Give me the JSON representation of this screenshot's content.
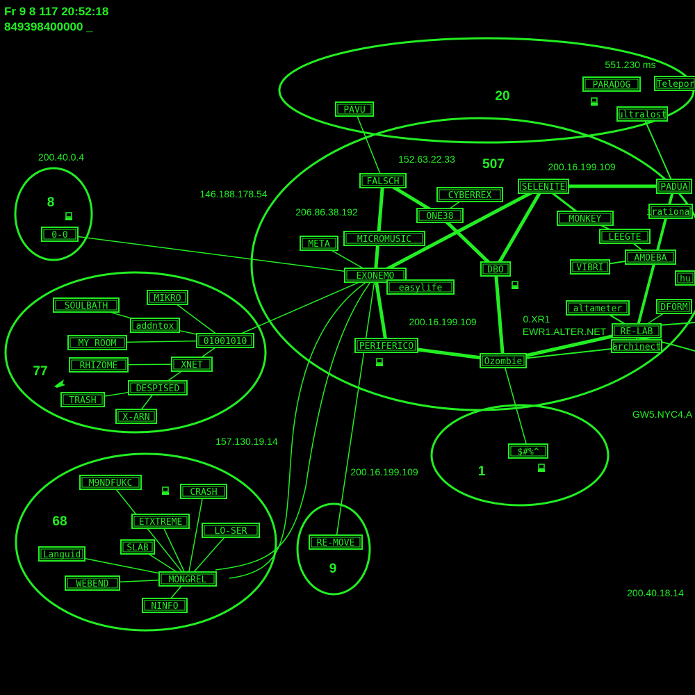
{
  "header": {
    "line1": "Fr 9 8 117 20:52:18",
    "line2": "849398400000 _"
  },
  "colors": {
    "foreground": "#22ee22",
    "background": "#000000"
  },
  "groups": [
    {
      "id": "g20",
      "count": "20"
    },
    {
      "id": "g507",
      "count": "507"
    },
    {
      "id": "g8",
      "count": "8"
    },
    {
      "id": "g77",
      "count": "77"
    },
    {
      "id": "g68",
      "count": "68"
    },
    {
      "id": "g9",
      "count": "9"
    },
    {
      "id": "g1",
      "count": "1"
    }
  ],
  "labels": [
    {
      "id": "l1",
      "text": "551.230 ms"
    },
    {
      "id": "l2",
      "text": "152.63.22.33"
    },
    {
      "id": "l3",
      "text": "200.16.199.109"
    },
    {
      "id": "l4",
      "text": "200.40.0.4"
    },
    {
      "id": "l5",
      "text": "146.188.178.54"
    },
    {
      "id": "l6",
      "text": "206.86.38.192"
    },
    {
      "id": "l7",
      "text": "200.16.199.109"
    },
    {
      "id": "l8",
      "text": "0.XR1"
    },
    {
      "id": "l9",
      "text": "EWR1.ALTER.NET"
    },
    {
      "id": "l10",
      "text": "GW5.NYC4.A"
    },
    {
      "id": "l11",
      "text": "157.130.19.14"
    },
    {
      "id": "l12",
      "text": "200.16.199.109"
    },
    {
      "id": "l13",
      "text": "200.40.18.14"
    }
  ],
  "nodes": [
    {
      "id": "PAVU",
      "label": "PAVU"
    },
    {
      "id": "PARADOG",
      "label": "PARADOG"
    },
    {
      "id": "TELEPOR",
      "label": "Telepor"
    },
    {
      "id": "ULTRALOST",
      "label": "ultralost"
    },
    {
      "id": "FALSCH",
      "label": "FALSCH"
    },
    {
      "id": "CYBERREX",
      "label": "CYBERREX"
    },
    {
      "id": "SELENITE",
      "label": "SELENITE"
    },
    {
      "id": "PADUA",
      "label": "PADUA"
    },
    {
      "id": "ONE38",
      "label": "ONE38"
    },
    {
      "id": "IRATIONAL",
      "label": "irational"
    },
    {
      "id": "MONKEY",
      "label": "MONKEY"
    },
    {
      "id": "META",
      "label": "META"
    },
    {
      "id": "MICROMUSIC",
      "label": "MICROMUSIC"
    },
    {
      "id": "LEEGTE",
      "label": "LEEGTE"
    },
    {
      "id": "VIBRI",
      "label": "VIBRI"
    },
    {
      "id": "AMOEBA",
      "label": "AMOEBA"
    },
    {
      "id": "EXONEMO",
      "label": "EXONEMO"
    },
    {
      "id": "DBO",
      "label": "DBO"
    },
    {
      "id": "HU",
      "label": "hu"
    },
    {
      "id": "EASYLIFE",
      "label": "easylife"
    },
    {
      "id": "ALTAMETER",
      "label": "altameter"
    },
    {
      "id": "DFORM",
      "label": "DFORM"
    },
    {
      "id": "RELAB",
      "label": "RE-LAB"
    },
    {
      "id": "ARCHINECT",
      "label": "archinect"
    },
    {
      "id": "PERIFERICO",
      "label": "PERIFERICO"
    },
    {
      "id": "OZOMBIE",
      "label": "Ozombie"
    },
    {
      "id": "OO",
      "label": "0-0"
    },
    {
      "id": "SOULBATH",
      "label": "SOULBATH"
    },
    {
      "id": "MIKRO",
      "label": "MIKRO"
    },
    {
      "id": "ADDNTOX",
      "label": "addntox"
    },
    {
      "id": "MYROOM",
      "label": "MY ROOM"
    },
    {
      "id": "N01001010",
      "label": "01001010"
    },
    {
      "id": "RHIZOME",
      "label": "RHIZOME"
    },
    {
      "id": "XNET",
      "label": "XNET"
    },
    {
      "id": "DESPISED",
      "label": "DESPISED"
    },
    {
      "id": "TRASH",
      "label": "TRASH"
    },
    {
      "id": "XARN",
      "label": "X-ARN"
    },
    {
      "id": "SYMBOLS",
      "label": "$#%^"
    },
    {
      "id": "M9NDFUKC",
      "label": "M9NDFUKC"
    },
    {
      "id": "CRASH",
      "label": "CRASH"
    },
    {
      "id": "ETXTREME",
      "label": "ETXTREME"
    },
    {
      "id": "LOSER",
      "label": "LO-SER"
    },
    {
      "id": "SLAB",
      "label": "SLAB"
    },
    {
      "id": "LANGUID",
      "label": "Languid"
    },
    {
      "id": "MONGREL",
      "label": "MONGREL"
    },
    {
      "id": "WEBEND",
      "label": "WEBEND"
    },
    {
      "id": "NINFO",
      "label": "NINFO"
    },
    {
      "id": "REMOVE",
      "label": "RE-MOVE"
    }
  ],
  "icons": [
    {
      "id": "i1",
      "name": "user-icon"
    },
    {
      "id": "i2",
      "name": "user-icon"
    },
    {
      "id": "i3",
      "name": "user-icon"
    },
    {
      "id": "i4",
      "name": "user-icon"
    },
    {
      "id": "i5",
      "name": "user-icon"
    },
    {
      "id": "i6",
      "name": "user-icon"
    },
    {
      "id": "i7",
      "name": "rabbit-icon"
    }
  ]
}
